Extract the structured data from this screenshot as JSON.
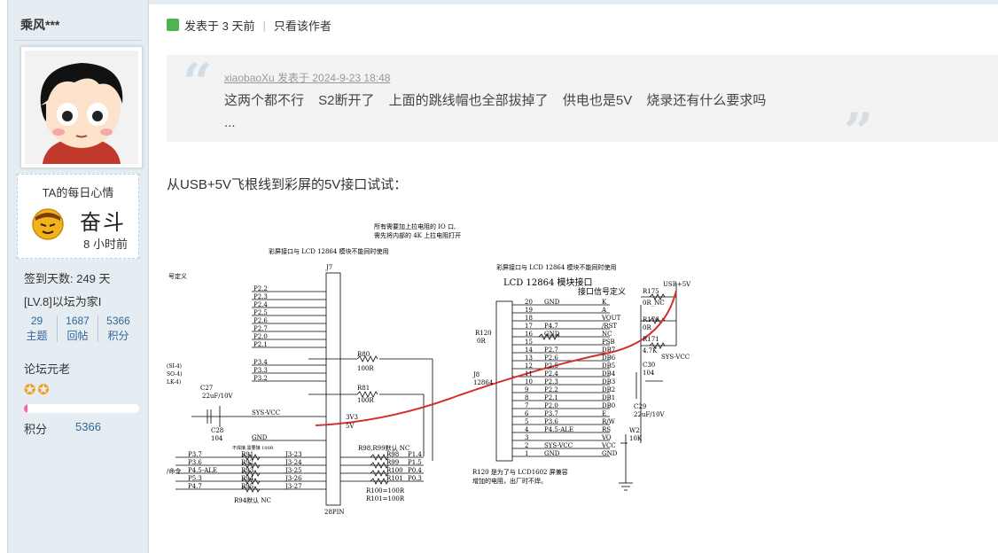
{
  "user": {
    "name": "乘风***",
    "mood_title": "TA的每日心情",
    "mood": "奋斗",
    "mood_time": "8 小时前",
    "sign_days": "签到天数: 249 天",
    "level": "[LV.8]以坛为家I",
    "stats": [
      {
        "num": "29",
        "label": "主题"
      },
      {
        "num": "1687",
        "label": "回帖"
      },
      {
        "num": "5366",
        "label": "积分"
      }
    ],
    "rank": "论坛元老",
    "progress": 0.03,
    "credits_label": "积分",
    "credits_value": "5366"
  },
  "post": {
    "posted": "发表于 3 天前",
    "only_author": "只看该作者",
    "quote_meta": "xiaobaoXu 发表于 2024-9-23 18:48",
    "quote_text": "这两个都不行 S2断开了 上面的跳线帽也全部拔掉了 供电也是5V 烧录还有什么要求吗",
    "quote_ellipsis": "...",
    "reply": "从USB+5V飞根线到彩屏的5V接口试试："
  },
  "schematic": {
    "note_top1": "所有需要加上拉电阻的 IO 口,",
    "note_top2": "需先将内部的 4K 上拉电阻打开",
    "note_color": "彩屏接口与 LCD 12864 模块不能同时使用",
    "note_color2": "彩屏接口与 LCD 12864 模块不能同时使用",
    "def_left": "号定义",
    "j7": "J7",
    "j7_pins": "28PIN",
    "lcd_title": "LCD 12864 模块接口",
    "lcd_sig": "接口信号定义",
    "j8": "J8",
    "j8_name": "12864",
    "r120": "R120",
    "r120_val": "0R",
    "left_labels": [
      "P2.2",
      "P2.3",
      "P2.4",
      "P2.5",
      "P2.6",
      "P2.7",
      "P2.0",
      "P2.1"
    ],
    "left_labels2": [
      "P3.4",
      "P3.3",
      "P3.2"
    ],
    "left_side": [
      "(SI-4)",
      "SO-4)",
      "LK-4)"
    ],
    "c27": "C27",
    "c27_val": "22uF/10V",
    "c28": "C28",
    "c28_val": "104",
    "sysvcc": "SYS-VCC",
    "gnd": "GND",
    "r80": "R80",
    "r80_val": "100R",
    "r81": "R81",
    "r81_val": "100R",
    "v33": "3V3",
    "v5": "5V",
    "pull_note": "不焊接,需要接 100R",
    "bottom_left": [
      "P3.7",
      "P3.6",
      "P4.5-ALE",
      "P5.3",
      "P4.7"
    ],
    "bottom_r": [
      "R91",
      "R92",
      "R93",
      "R94",
      "R95"
    ],
    "bottom_j": [
      "J3-23",
      "J3-24",
      "J3-25",
      "J3-26",
      "J3-27"
    ],
    "r94": "R94默认 NC",
    "cmd": "/命令",
    "r98r99": "R98,R99默认 NC",
    "right_r": [
      "R98",
      "R99",
      "R100",
      "R101"
    ],
    "right_p": [
      "P1.4",
      "P1.5",
      "P0.4",
      "P0.3"
    ],
    "r100": "R100=100R",
    "r101": "R101=100R",
    "lcd_nums": [
      "20",
      "19",
      "18",
      "17",
      "16",
      "15",
      "14",
      "13",
      "12",
      "11",
      "10",
      "9",
      "8",
      "7",
      "6",
      "5",
      "4",
      "3",
      "2",
      "1"
    ],
    "lcd_nets": [
      "GND",
      "",
      "",
      "P4.7",
      "GND",
      "",
      "P2.7",
      "P2.6",
      "P2.5",
      "P2.4",
      "P2.3",
      "P2.2",
      "P2.1",
      "P2.0",
      "P3.7",
      "P3.6",
      "P4.5-ALE",
      "",
      "SYS-VCC",
      "GND"
    ],
    "lcd_pins": [
      "K",
      "A",
      "VOUT",
      "/RST",
      "NC",
      "PSB",
      "DB7",
      "DB6",
      "DB5",
      "DB4",
      "DB3",
      "DB2",
      "DB1",
      "DB0",
      "E",
      "R/W",
      "RS",
      "VO",
      "VCC",
      "GND"
    ],
    "r175": "R175",
    "r175_val": "0R_NC",
    "usb5v": "USB+5V",
    "r176": "R176",
    "r176_val": "0R",
    "r171": "R171",
    "r171_val": "4.7K",
    "sysvcc2": "SYS-VCC",
    "c30": "C30",
    "c30_val": "104",
    "c29": "C29",
    "c29_val": "22uF/10V",
    "w2": "W2",
    "w2_val": "10K",
    "r120_note1": "R120 是为了与 LCD1602 屏兼容",
    "r120_note2": "增加的电阻，出厂时不焊。"
  },
  "colors": {
    "sidebar_bg": "#e5edf2",
    "link": "#336699",
    "quote_bg": "#f3f3f3",
    "red_wire": "#d23030"
  }
}
